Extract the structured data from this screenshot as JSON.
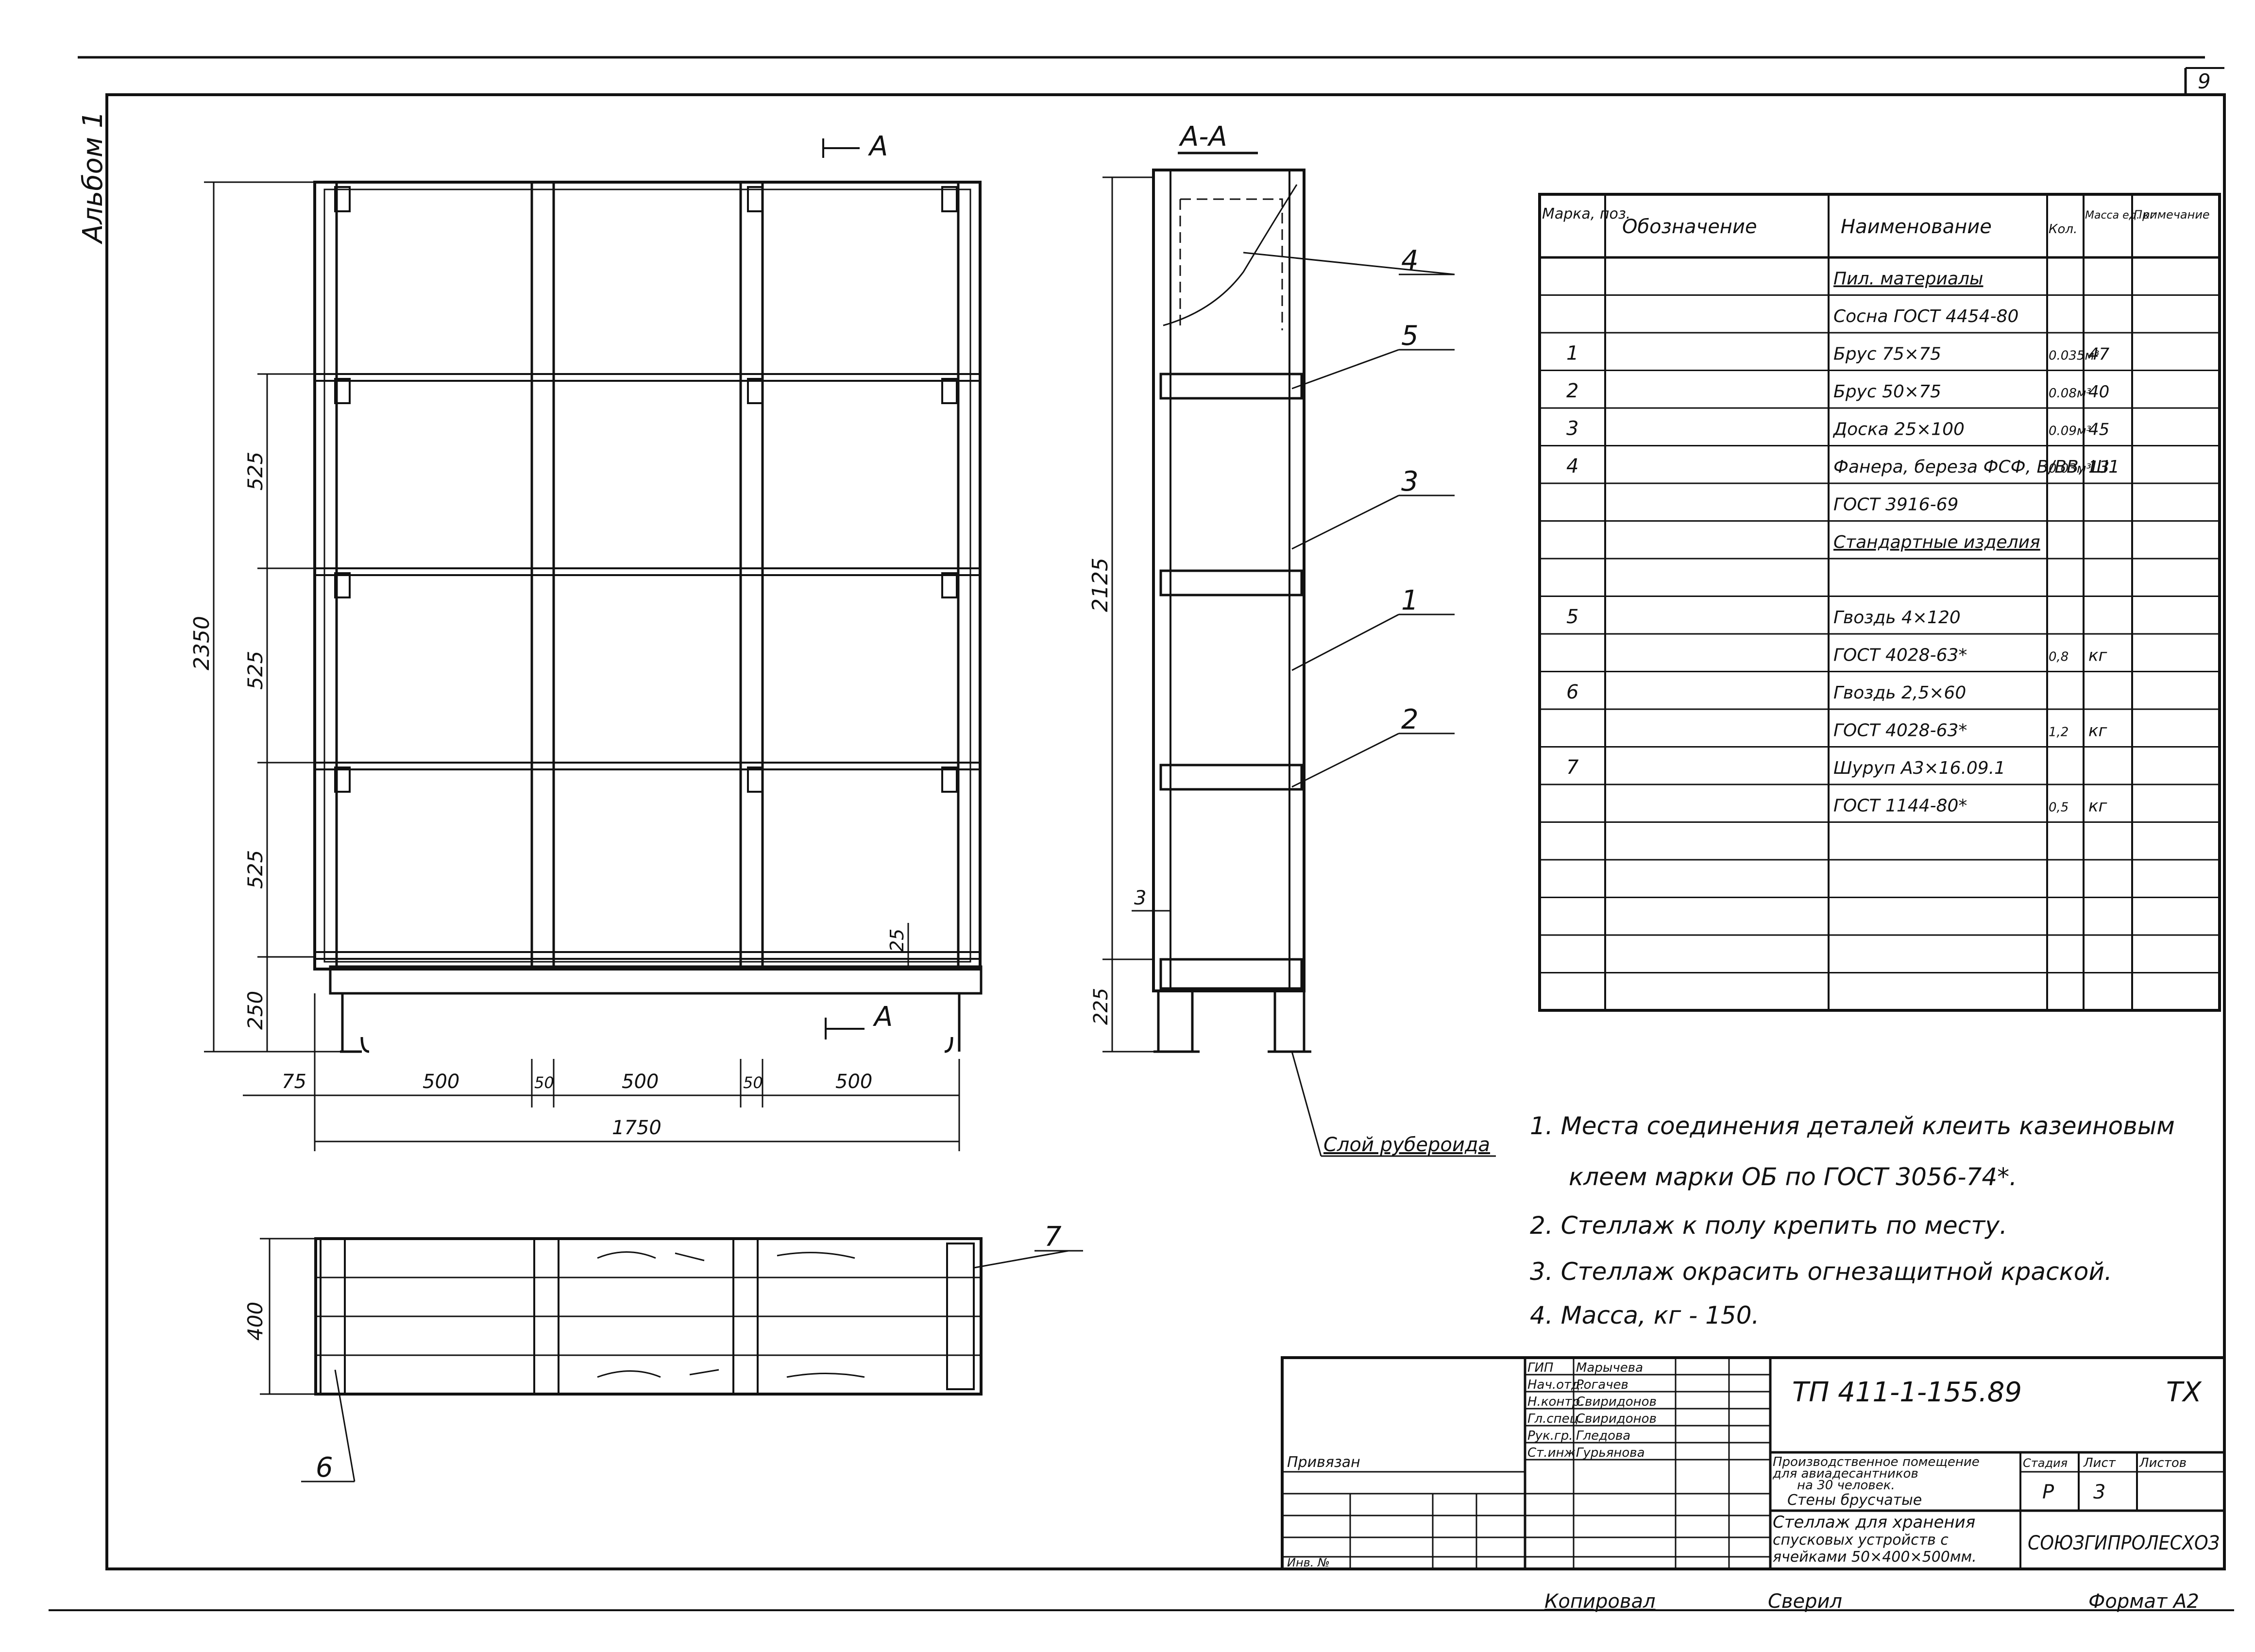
{
  "page": {
    "sheet_number": "9",
    "album_label": "Альбом 1",
    "copied_by": "Копировал",
    "checked_by": "Сверил",
    "format_label": "Формат А2"
  },
  "front_view": {
    "section_mark": "A",
    "dims_vertical": [
      "525",
      "525",
      "525",
      "250",
      "25"
    ],
    "overall_height": "2350",
    "dims_horizontal": [
      "75",
      "500",
      "50",
      "500",
      "50",
      "500"
    ],
    "overall_width": "1750"
  },
  "section_view": {
    "title": "A-A",
    "overall_height": "2125",
    "dims": [
      "225",
      "3"
    ],
    "callouts": [
      "4",
      "5",
      "3",
      "1",
      "2"
    ],
    "note": "Слой рубероида"
  },
  "plan_view": {
    "depth": "400",
    "callouts": [
      "7",
      "6"
    ]
  },
  "spec_table": {
    "headers": [
      "Марка, поз.",
      "Обозначение",
      "Наименование",
      "Кол.",
      "Масса ед. кг",
      "Примечание"
    ],
    "rows": [
      {
        "pos": "",
        "desig": "",
        "name": "Пил. материалы",
        "qty": "",
        "mass": "",
        "note": ""
      },
      {
        "pos": "",
        "desig": "",
        "name": "Сосна ГОСТ 4454-80",
        "qty": "",
        "mass": "",
        "note": ""
      },
      {
        "pos": "1",
        "desig": "",
        "name": "Брус 75×75",
        "qty": "0.035м³",
        "mass": "47",
        "note": ""
      },
      {
        "pos": "2",
        "desig": "",
        "name": "Брус 50×75",
        "qty": "0.08м³",
        "mass": "40",
        "note": ""
      },
      {
        "pos": "3",
        "desig": "",
        "name": "Доска 25×100",
        "qty": "0.09м³",
        "mass": "45",
        "note": ""
      },
      {
        "pos": "4",
        "desig": "",
        "name": "Фанера, береза ФСФ, В/ВВ, Ш1",
        "qty": "0.03м³",
        "mass": "13",
        "note": ""
      },
      {
        "pos": "",
        "desig": "",
        "name": "ГОСТ 3916-69",
        "qty": "",
        "mass": "",
        "note": ""
      },
      {
        "pos": "",
        "desig": "",
        "name": "Стандартные изделия",
        "qty": "",
        "mass": "",
        "note": ""
      },
      {
        "pos": "",
        "desig": "",
        "name": "",
        "qty": "",
        "mass": "",
        "note": ""
      },
      {
        "pos": "5",
        "desig": "",
        "name": "Гвоздь 4×120",
        "qty": "",
        "mass": "",
        "note": ""
      },
      {
        "pos": "",
        "desig": "",
        "name": "ГОСТ 4028-63*",
        "qty": "0,8",
        "mass": "кг",
        "note": ""
      },
      {
        "pos": "6",
        "desig": "",
        "name": "Гвоздь 2,5×60",
        "qty": "",
        "mass": "",
        "note": ""
      },
      {
        "pos": "",
        "desig": "",
        "name": "ГОСТ 4028-63*",
        "qty": "1,2",
        "mass": "кг",
        "note": ""
      },
      {
        "pos": "7",
        "desig": "",
        "name": "Шуруп А3×16.09.1",
        "qty": "",
        "mass": "",
        "note": ""
      },
      {
        "pos": "",
        "desig": "",
        "name": "ГОСТ 1144-80*",
        "qty": "0,5",
        "mass": "кг",
        "note": ""
      },
      {
        "pos": "",
        "desig": "",
        "name": "",
        "qty": "",
        "mass": "",
        "note": ""
      },
      {
        "pos": "",
        "desig": "",
        "name": "",
        "qty": "",
        "mass": "",
        "note": ""
      },
      {
        "pos": "",
        "desig": "",
        "name": "",
        "qty": "",
        "mass": "",
        "note": ""
      },
      {
        "pos": "",
        "desig": "",
        "name": "",
        "qty": "",
        "mass": "",
        "note": ""
      },
      {
        "pos": "",
        "desig": "",
        "name": "",
        "qty": "",
        "mass": "",
        "note": ""
      }
    ]
  },
  "notes": [
    "1. Места соединения деталей клеить казеиновым",
    "клеем марки ОБ по ГОСТ 3056-74*.",
    "2. Стеллаж к полу крепить по месту.",
    "3. Стеллаж окрасить огнезащитной краской.",
    "4. Масса, кг     - 150."
  ],
  "title_block": {
    "code": "ТП  411-1-155.89",
    "type": "ТХ",
    "signatures": [
      {
        "role": "ГИП",
        "name": "Марычева"
      },
      {
        "role": "Нач.отд.",
        "name": "Рогачев"
      },
      {
        "role": "Н.контр.",
        "name": "Свиридонов"
      },
      {
        "role": "Гл.спец.",
        "name": "Свиридонов"
      },
      {
        "role": "Рук.гр.",
        "name": "Гледова"
      },
      {
        "role": "Ст.инж.",
        "name": "Гурьянова"
      }
    ],
    "binding_label": "Привязан",
    "inv_label": "Инв. №",
    "project_name_lines": [
      "Производственное помещение",
      "для авиадесантников",
      "на 30 человек.",
      "Стены брусчатые"
    ],
    "stage_header": "Стадия",
    "sheet_header": "Лист",
    "sheets_header": "Листов",
    "stage": "Р",
    "sheet": "3",
    "drawing_title_lines": [
      "Стеллаж для хранения",
      "спусковых устройств с",
      "ячейками 50×400×500мм."
    ],
    "organization": "СОЮЗГИПРОЛЕСХОЗ"
  }
}
